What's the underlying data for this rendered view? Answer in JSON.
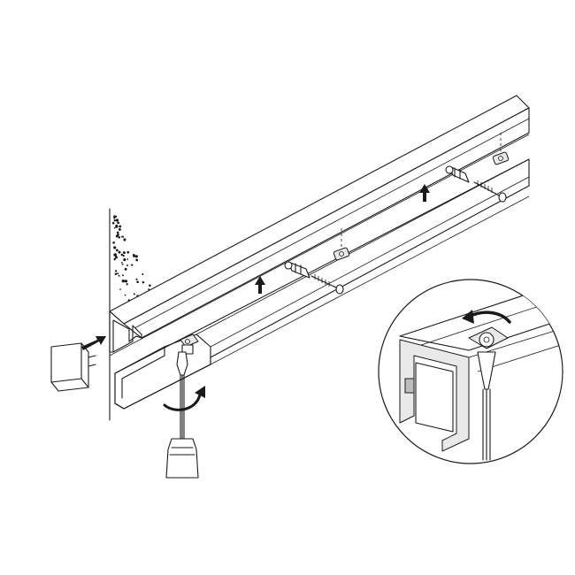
{
  "figure": {
    "background": "#ffffff",
    "line_color": "#1a1a1a",
    "shade_color": "#e9e9e9",
    "parts": [
      {
        "id": "wall",
        "icon": "dotted-wall-icon"
      },
      {
        "id": "upper-rail",
        "icon": "rail-profile-icon"
      },
      {
        "id": "lower-track",
        "icon": "track-profile-icon"
      },
      {
        "id": "end-cap",
        "icon": "end-cap-icon"
      },
      {
        "id": "wall-plug-1",
        "icon": "wall-plug-icon"
      },
      {
        "id": "wall-plug-2",
        "icon": "wall-plug-icon"
      },
      {
        "id": "screw-1",
        "icon": "screw-icon"
      },
      {
        "id": "screw-2",
        "icon": "screw-icon"
      },
      {
        "id": "slot-nut-1",
        "icon": "slot-nut-icon"
      },
      {
        "id": "slot-nut-2",
        "icon": "slot-nut-icon"
      },
      {
        "id": "clamp",
        "icon": "clamp-icon"
      },
      {
        "id": "screwdriver",
        "icon": "screwdriver-icon"
      },
      {
        "id": "detail-inset",
        "icon": "magnified-detail-icon"
      }
    ]
  }
}
